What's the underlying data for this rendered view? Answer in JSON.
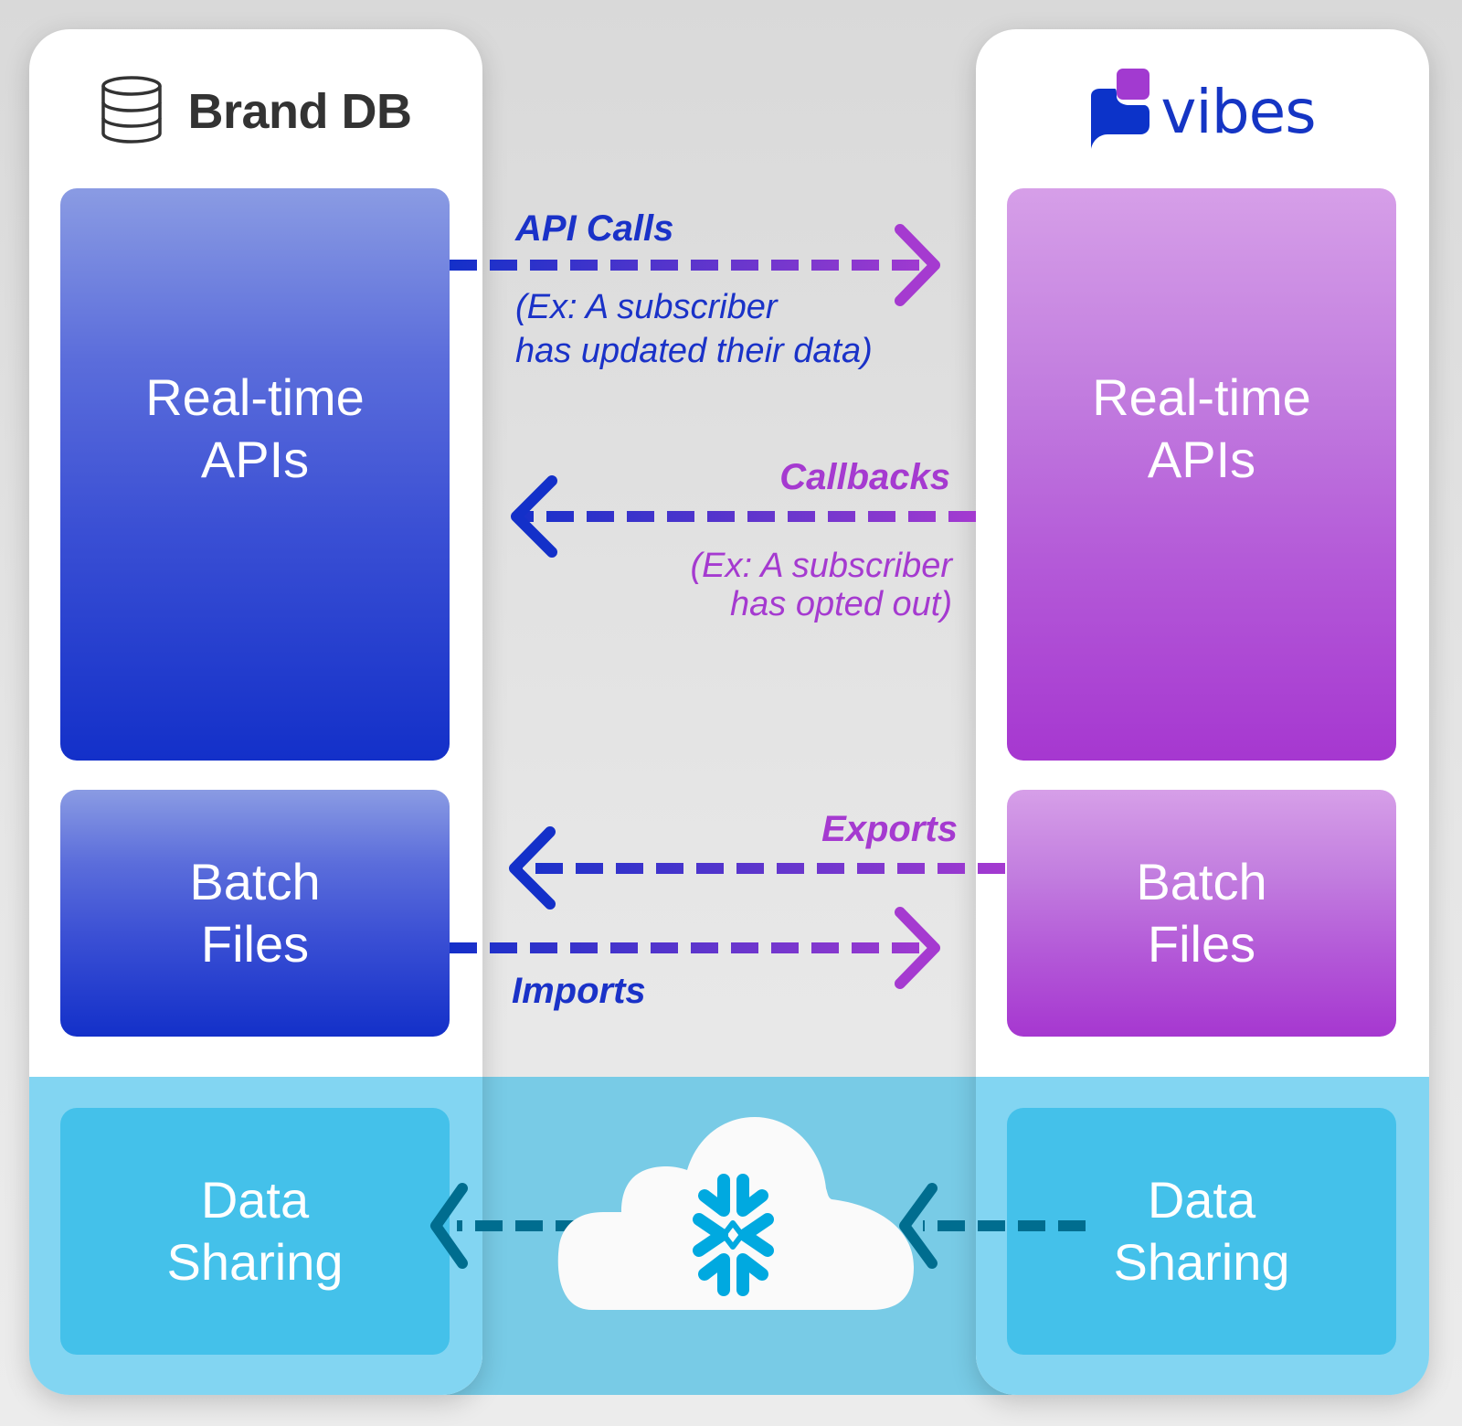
{
  "left_column": {
    "title": "Brand DB",
    "icon": "database-icon",
    "boxes": {
      "realtime": [
        "Real-time",
        "APIs"
      ],
      "batch": [
        "Batch",
        "Files"
      ],
      "sharing": [
        "Data",
        "Sharing"
      ]
    }
  },
  "right_column": {
    "logo_text": "vibes",
    "icon": "vibes-logo-icon",
    "boxes": {
      "realtime": [
        "Real-time",
        "APIs"
      ],
      "batch": [
        "Batch",
        "Files"
      ],
      "sharing": [
        "Data",
        "Sharing"
      ]
    }
  },
  "flows": {
    "api_calls": {
      "label": "API Calls",
      "description": [
        "(Ex: A subscriber",
        "has updated their data)"
      ],
      "direction": "left-to-right"
    },
    "callbacks": {
      "label": "Callbacks",
      "description": [
        "(Ex: A subscriber",
        "has opted out)"
      ],
      "direction": "right-to-left"
    },
    "exports": {
      "label": "Exports",
      "direction": "right-to-left"
    },
    "imports": {
      "label": "Imports",
      "direction": "left-to-right"
    },
    "data_sharing": {
      "icon": "snowflake-cloud-icon",
      "direction": "outward"
    }
  },
  "colors": {
    "brand_blue": "#1a32c8",
    "brand_purple": "#a53ad0",
    "sharing_cyan": "#44c1ea",
    "sharing_band": "#82d5f2",
    "sharing_arrow": "#006d8f",
    "snowflake": "#00a9e0"
  }
}
